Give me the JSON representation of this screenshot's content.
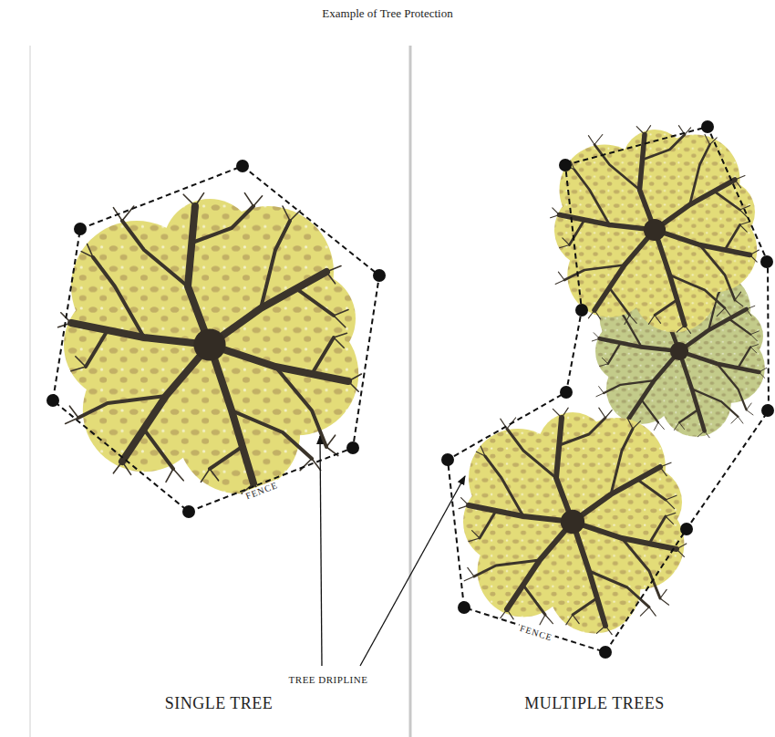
{
  "diagram": {
    "title": "Example of Tree Protection",
    "labels": [
      "FENCE",
      "TREE DRIPLINE",
      "FENCE",
      "SINGLE TREE",
      "MULTIPLE TREES"
    ]
  }
}
